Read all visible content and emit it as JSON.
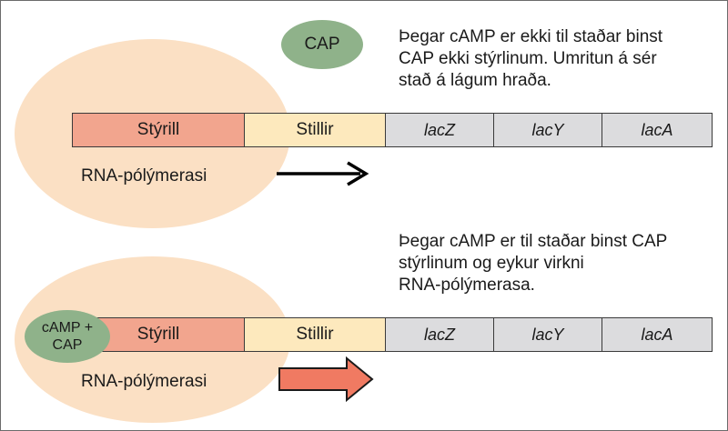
{
  "top": {
    "cap_label": "CAP",
    "rna_label": "RNA-pólýmerasi",
    "description_lines": [
      "Þegar cAMP er ekki til staðar binst",
      "CAP ekki stýrlinum. Umritun á sér",
      "stað á lágum hraða."
    ],
    "segments": {
      "styrill": "Stýrill",
      "stillir": "Stillir",
      "lacZ": "lacZ",
      "lacY": "lacY",
      "lacA": "lacA"
    }
  },
  "bottom": {
    "cap_label": "cAMP +\nCAP",
    "rna_label": "RNA-pólýmerasi",
    "description_lines": [
      "Þegar cAMP er til staðar binst CAP",
      "stýrlinum og eykur virkni",
      "RNA-pólýmerasa."
    ],
    "segments": {
      "styrill": "Stýrill",
      "stillir": "Stillir",
      "lacZ": "lacZ",
      "lacY": "lacY",
      "lacA": "lacA"
    }
  },
  "colors": {
    "polymerase": "#fbe0c4",
    "cap": "#8fb28a",
    "styrill": "#f2a58e",
    "stillir": "#fde9bd",
    "genes": "#dcdcde",
    "arrow_low": "#000000",
    "arrow_high": "#f07a62"
  }
}
